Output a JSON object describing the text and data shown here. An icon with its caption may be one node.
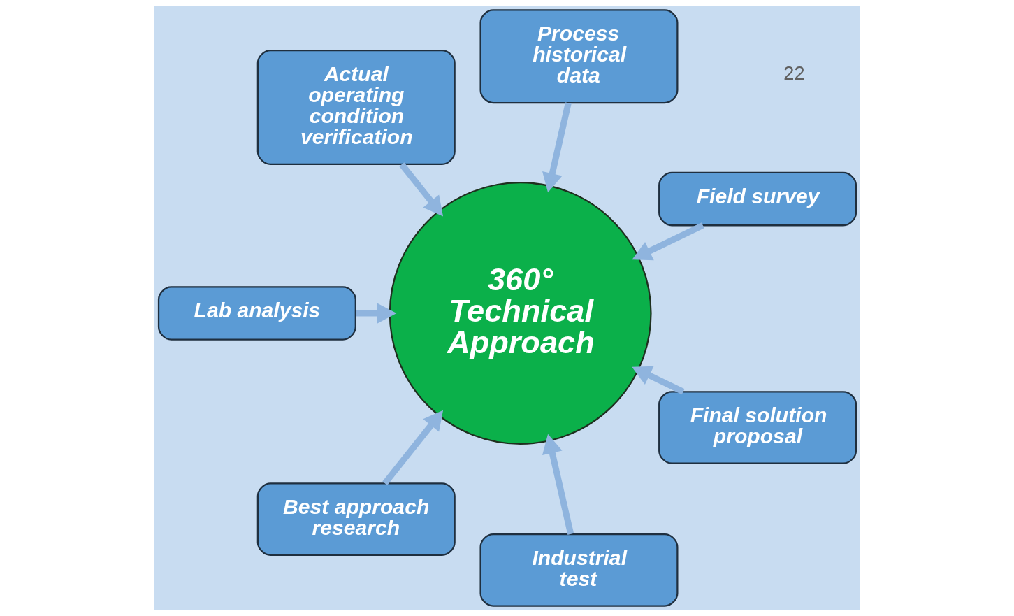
{
  "diagram": {
    "nodes": [
      {
        "text": [
          "Field survey"
        ]
      },
      {
        "text": [
          "Process historical data"
        ]
      },
      {
        "text": [
          "Actual operating condition verification"
        ]
      },
      {
        "text": [
          "Lab analysis"
        ]
      },
      {
        "text": [
          "Best approach research"
        ]
      },
      {
        "text": [
          "Industrial test"
        ]
      },
      {
        "text": [
          "Final solution proposal"
        ]
      },
      {
        "text": [
          "360° Technical Approach"
        ]
      }
    ],
    "edges": [
      {
        "from": 0,
        "to": 7,
        "arrow": "to"
      },
      {
        "from": 1,
        "to": 7,
        "arrow": "to"
      },
      {
        "from": 2,
        "to": 7,
        "arrow": "to"
      },
      {
        "from": 3,
        "to": 7,
        "arrow": "to"
      },
      {
        "from": 4,
        "to": 7,
        "arrow": "to"
      },
      {
        "from": 5,
        "to": 7,
        "arrow": "to"
      },
      {
        "from": 6,
        "to": 7,
        "arrow": "to"
      }
    ],
    "labels": [
      "22"
    ]
  }
}
